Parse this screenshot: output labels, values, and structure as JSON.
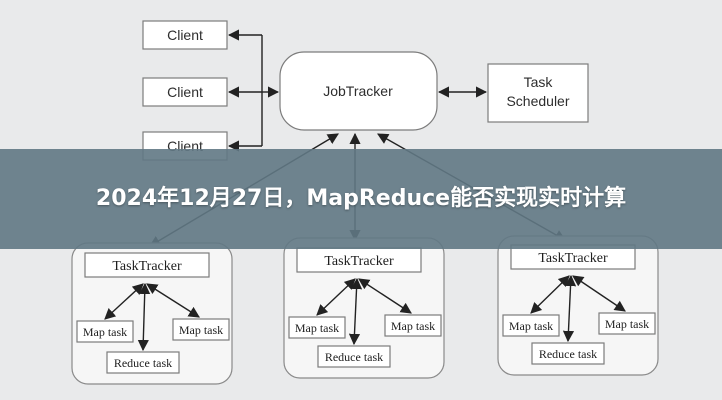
{
  "diagram": {
    "clients": [
      "Client",
      "Client",
      "Client"
    ],
    "jobtracker": "JobTracker",
    "scheduler": [
      "Task",
      "Scheduler"
    ],
    "tasktrackers": [
      {
        "name": "TaskTracker",
        "map_left": "Map task",
        "map_right": "Map task",
        "reduce": "Reduce task"
      },
      {
        "name": "TaskTracker",
        "map_left": "Map task",
        "map_right": "Map task",
        "reduce": "Reduce task"
      },
      {
        "name": "TaskTracker",
        "map_left": "Map task",
        "map_right": "Map task",
        "reduce": "Reduce task"
      }
    ]
  },
  "banner": {
    "title": "2024年12月27日，MapReduce能否实现实时计算"
  },
  "colors": {
    "banner_bg": "#607884",
    "banner_text": "#ffffff",
    "page_bg": "#e9eaeb"
  }
}
